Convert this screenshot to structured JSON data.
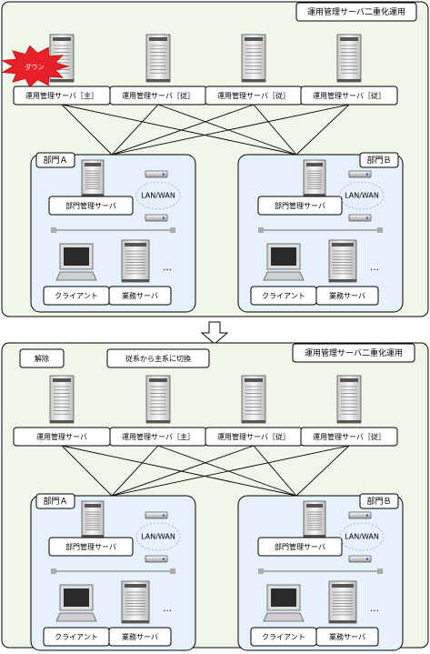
{
  "scenes": [
    {
      "title": "運用管理サーバ二重化運用",
      "servers": [
        "運用管理サーバ［主］",
        "運用管理サーバ［従］",
        "運用管理サーバ［従］",
        "運用管理サーバ［従］"
      ],
      "burst": "ダウン",
      "callouts": [],
      "departments": [
        {
          "name": "部門Ａ",
          "server": "部門管理サーバ",
          "network": "LAN/WAN",
          "client": "クライアント",
          "business": "業務サーバ",
          "dots": "…"
        },
        {
          "name": "部門Ｂ",
          "server": "部門管理サーバ",
          "network": "LAN/WAN",
          "client": "クライアント",
          "business": "業務サーバ",
          "dots": "…"
        }
      ]
    },
    {
      "title": "運用管理サーバ二重化運用",
      "servers": [
        "運用管理サーバ",
        "運用管理サーバ［主］",
        "運用管理サーバ［従］",
        "運用管理サーバ［従］"
      ],
      "burst": "",
      "callouts": [
        "解除",
        "従系から主系に切換"
      ],
      "departments": [
        {
          "name": "部門Ａ",
          "server": "部門管理サーバ",
          "network": "LAN/WAN",
          "client": "クライアント",
          "business": "業務サーバ",
          "dots": "…"
        },
        {
          "name": "部門Ｂ",
          "server": "部門管理サーバ",
          "network": "LAN/WAN",
          "client": "クライアント",
          "business": "業務サーバ",
          "dots": "…"
        }
      ]
    }
  ],
  "colors": {
    "outer_bg": "#f1f6ea",
    "dept_bg": "#e6f1fb",
    "burst": "#e8202a",
    "line": "#000000",
    "arrow_fill": "#ffffff"
  },
  "icons": [
    "server-icon",
    "router-icon",
    "pc-icon",
    "down-burst-icon",
    "down-arrow-icon"
  ]
}
